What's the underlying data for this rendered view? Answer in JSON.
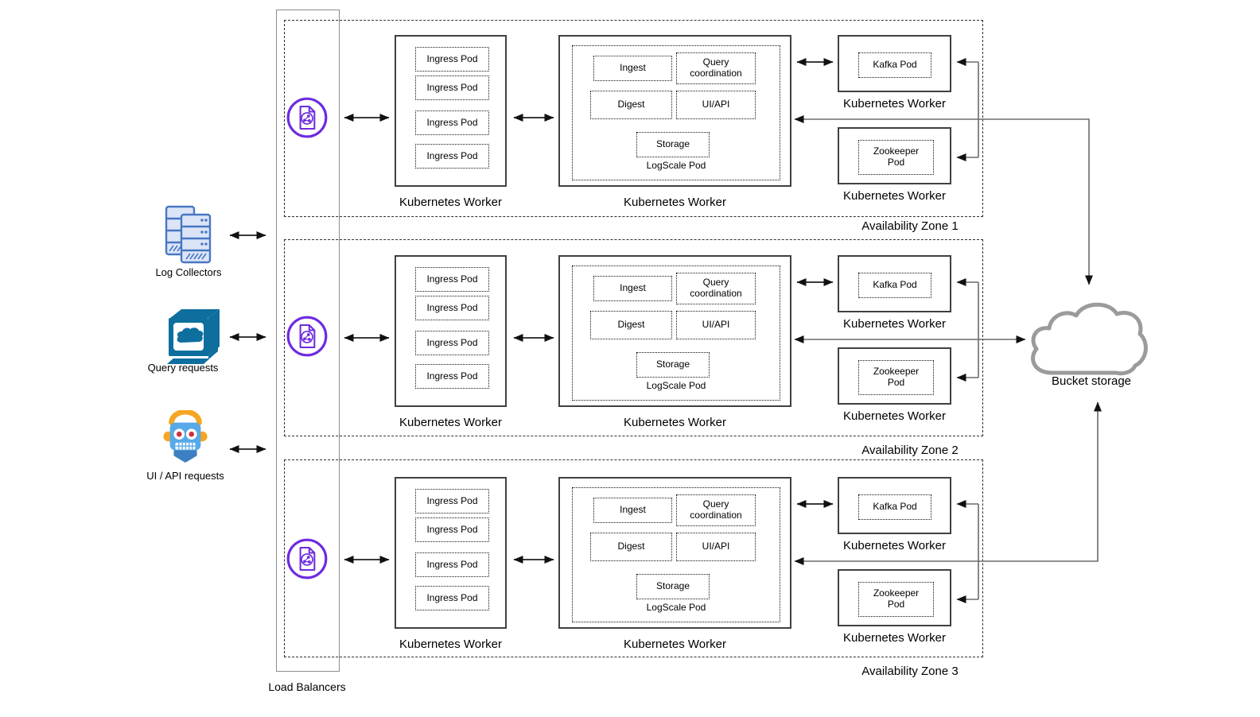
{
  "colors": {
    "lb_icon_purple": "#6d2be0",
    "server_icon_blue": "#4877c2",
    "server_icon_fill": "#dbe5f7",
    "monitor_teal": "#0e6f9e",
    "robot_blue": "#57a9e8",
    "robot_body_blue": "#3c7fc2",
    "robot_orange": "#f5a623",
    "robot_eye_red": "#cf3043",
    "cloud_gray": "#9b9b9b",
    "line_gray": "#666666",
    "arrow_black": "#111111",
    "box_border": "#404040"
  },
  "sources": [
    {
      "label": "Log Collectors"
    },
    {
      "label": "Query requests"
    },
    {
      "label": "UI / API requests"
    }
  ],
  "load_balancers": {
    "label": "Load Balancers"
  },
  "bucket_storage": {
    "label": "Bucket storage"
  },
  "zones": [
    {
      "label": "Availability Zone 1",
      "ingress_worker_label": "Kubernetes Worker",
      "ingress_pods": [
        "Ingress Pod",
        "Ingress Pod",
        "Ingress Pod",
        "Ingress Pod"
      ],
      "logscale_worker_label": "Kubernetes Worker",
      "logscale_pod_label": "LogScale Pod",
      "ingest": "Ingest",
      "query_coordination": "Query coordination",
      "digest": "Digest",
      "ui_api": "UI/API",
      "storage": "Storage",
      "kafka_worker_label": "Kubernetes Worker",
      "kafka_pod": "Kafka Pod",
      "zookeeper_worker_label": "Kubernetes Worker",
      "zookeeper_pod": "Zookeeper Pod"
    },
    {
      "label": "Availability Zone 2",
      "ingress_worker_label": "Kubernetes Worker",
      "ingress_pods": [
        "Ingress Pod",
        "Ingress Pod",
        "Ingress Pod",
        "Ingress Pod"
      ],
      "logscale_worker_label": "Kubernetes Worker",
      "logscale_pod_label": "LogScale Pod",
      "ingest": "Ingest",
      "query_coordination": "Query coordination",
      "digest": "Digest",
      "ui_api": "UI/API",
      "storage": "Storage",
      "kafka_worker_label": "Kubernetes Worker",
      "kafka_pod": "Kafka Pod",
      "zookeeper_worker_label": "Kubernetes Worker",
      "zookeeper_pod": "Zookeeper Pod"
    },
    {
      "label": "Availability Zone 3",
      "ingress_worker_label": "Kubernetes Worker",
      "ingress_pods": [
        "Ingress Pod",
        "Ingress Pod",
        "Ingress Pod",
        "Ingress Pod"
      ],
      "logscale_worker_label": "Kubernetes Worker",
      "logscale_pod_label": "LogScale Pod",
      "ingest": "Ingest",
      "query_coordination": "Query coordination",
      "digest": "Digest",
      "ui_api": "UI/API",
      "storage": "Storage",
      "kafka_worker_label": "Kubernetes Worker",
      "kafka_pod": "Kafka Pod",
      "zookeeper_worker_label": "Kubernetes Worker",
      "zookeeper_pod": "Zookeeper Pod"
    }
  ]
}
